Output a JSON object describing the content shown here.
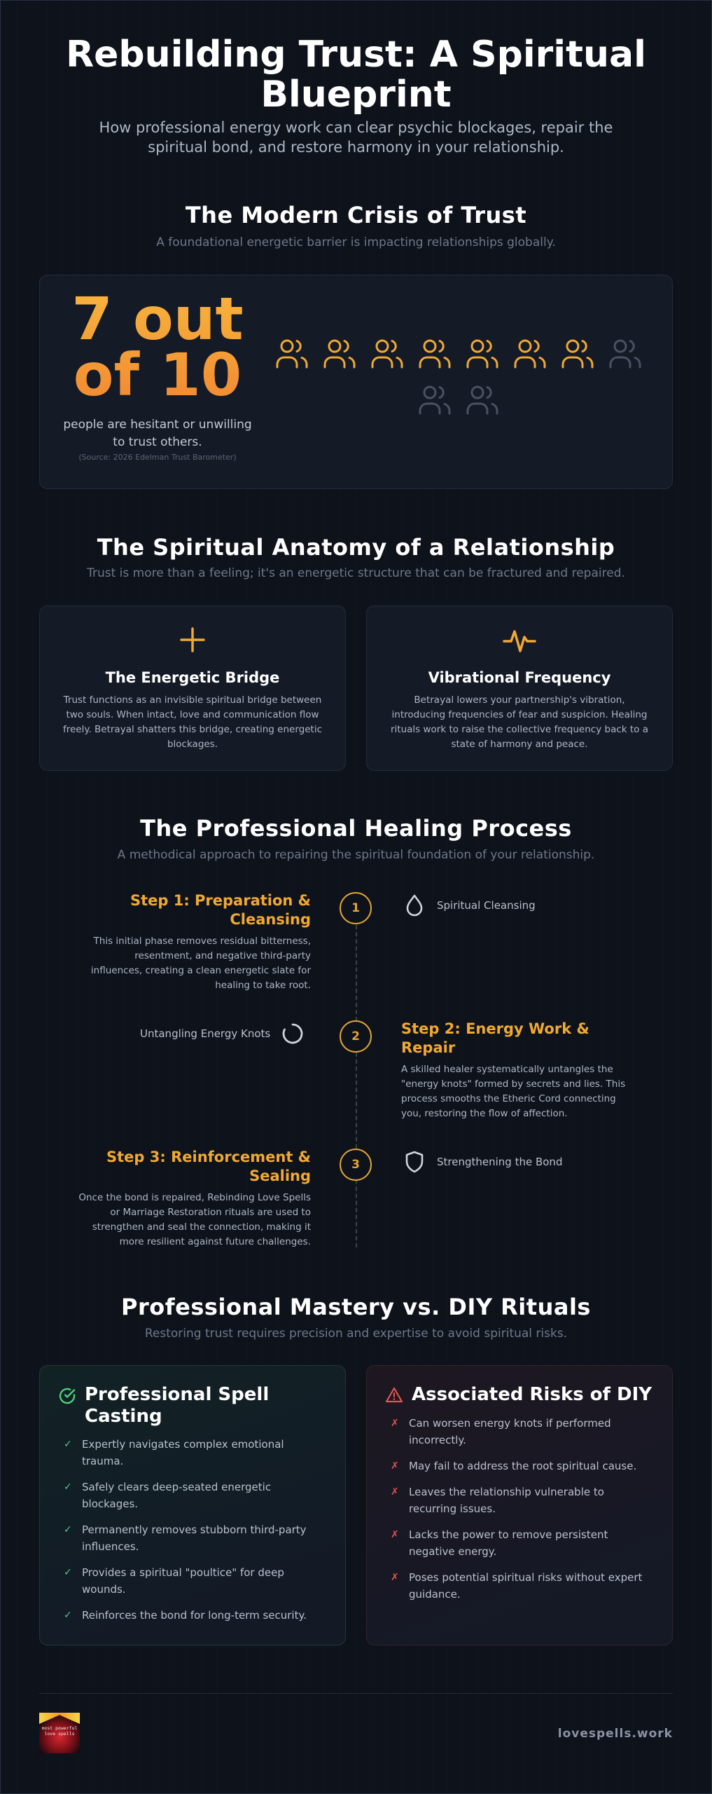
{
  "header": {
    "title": "Rebuilding Trust: A Spiritual Blueprint",
    "subtitle": "How professional energy work can clear psychic blockages, repair the spiritual bond, and restore harmony in your relationship."
  },
  "crisis": {
    "title": "The Modern Crisis of Trust",
    "subtitle": "A foundational energetic barrier is impacting relationships globally.",
    "stat_line1": "7 out",
    "stat_line2": "of 10",
    "stat_value": 7,
    "stat_total": 10,
    "stat_desc": "people are hesitant or unwilling to trust others.",
    "stat_source": "(Source: 2026 Edelman Trust Barometer)",
    "colors": {
      "active": "#f0a932",
      "inactive": "#4a5162"
    }
  },
  "anatomy": {
    "title": "The Spiritual Anatomy of a Relationship",
    "subtitle": "Trust is more than a feeling; it's an energetic structure that can be fractured and repaired.",
    "cards": [
      {
        "icon": "plus-icon",
        "title": "The Energetic Bridge",
        "text": "Trust functions as an invisible spiritual bridge between two souls. When intact, love and communication flow freely. Betrayal shatters this bridge, creating energetic blockages."
      },
      {
        "icon": "pulse-icon",
        "title": "Vibrational Frequency",
        "text": "Betrayal lowers your partnership's vibration, introducing frequencies of fear and suspicion. Healing rituals work to raise the collective frequency back to a state of harmony and peace."
      }
    ]
  },
  "process": {
    "title": "The Professional Healing Process",
    "subtitle": "A methodical approach to repairing the spiritual foundation of your relationship.",
    "steps": [
      {
        "number": "1",
        "title": "Step 1: Preparation & Cleansing",
        "text": "This initial phase removes residual bitterness, resentment, and negative third-party influences, creating a clean energetic slate for healing to take root.",
        "side_label": "Spiritual Cleansing",
        "side_icon": "droplet-icon"
      },
      {
        "number": "2",
        "title": "Step 2: Energy Work & Repair",
        "text": "A skilled healer systematically untangles the \"energy knots\" formed by secrets and lies. This process smooths the Etheric Cord connecting you, restoring the flow of affection.",
        "side_label": "Untangling Energy Knots",
        "side_icon": "loader-icon"
      },
      {
        "number": "3",
        "title": "Step 3: Reinforcement & Sealing",
        "text": "Once the bond is repaired, Rebinding Love Spells or Marriage Restoration rituals are used to strengthen and seal the connection, making it more resilient against future challenges.",
        "side_label": "Strengthening the Bond",
        "side_icon": "shield-icon"
      }
    ]
  },
  "comparison": {
    "title": "Professional Mastery vs. DIY Rituals",
    "subtitle": "Restoring trust requires precision and expertise to avoid spiritual risks.",
    "pro": {
      "title": "Professional Spell Casting",
      "icon": "check-circle-icon",
      "items": [
        "Expertly navigates complex emotional trauma.",
        "Safely clears deep-seated energetic blockages.",
        "Permanently removes stubborn third-party influences.",
        "Provides a spiritual \"poultice\" for deep wounds.",
        "Reinforces the bond for long-term security."
      ]
    },
    "diy": {
      "title": "Associated Risks of DIY",
      "icon": "warning-triangle-icon",
      "items": [
        "Can worsen energy knots if performed incorrectly.",
        "May fail to address the root spiritual cause.",
        "Leaves the relationship vulnerable to recurring issues.",
        "Lacks the power to remove persistent negative energy.",
        "Poses potential spiritual risks without expert guidance."
      ]
    }
  },
  "footer": {
    "logo_text": "most powerful love spells",
    "domain": "lovespells.work"
  },
  "colors": {
    "accent": "#f0a932",
    "background": "#0e121b",
    "success": "#4fcf7a",
    "danger": "#e0554f"
  }
}
